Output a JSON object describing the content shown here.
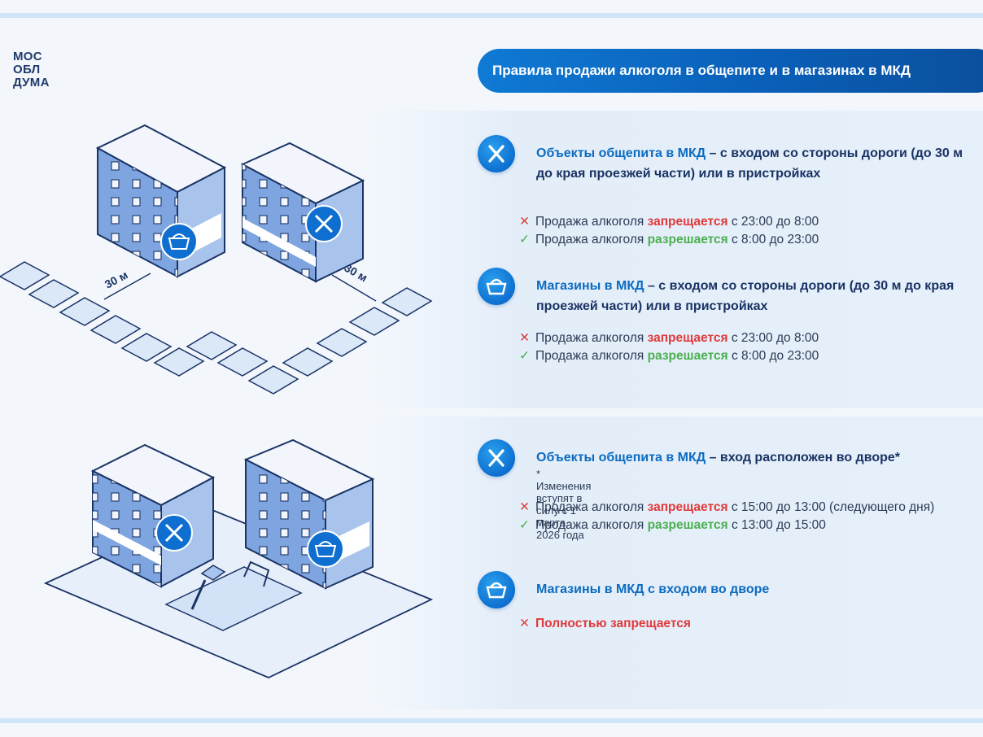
{
  "logo": {
    "line1": "МОС",
    "line2": "ОБЛ",
    "line3": "ДУМА"
  },
  "title": "Правила продажи алкоголя в общепите и в магазинах в МКД",
  "illustration_top": {
    "distance_left": "30 м",
    "distance_right": "30 м"
  },
  "sections": [
    {
      "icon": "fork-knife-icon",
      "heading_blue": "Объекты общепита в МКД",
      "heading_dark": " – с входом со стороны дороги (до 30 м до края проезжей части) или в пристройках",
      "rules": [
        {
          "mark": "✕",
          "prefix": "Продажа алкоголя ",
          "status": "запрещается",
          "suffix": " с 23:00 до 8:00"
        },
        {
          "mark": "✓",
          "prefix": "Продажа алкоголя ",
          "status": "разрешается",
          "suffix": " с 8:00 до 23:00"
        }
      ]
    },
    {
      "icon": "basket-icon",
      "heading_blue": "Магазины в МКД",
      "heading_dark": " – с входом со стороны дороги (до 30 м до края проезжей части) или в пристройках",
      "rules": [
        {
          "mark": "✕",
          "prefix": "Продажа алкоголя ",
          "status": "запрещается",
          "suffix": " с 23:00 до 8:00"
        },
        {
          "mark": "✓",
          "prefix": "Продажа алкоголя ",
          "status": "разрешается",
          "suffix": " с 8:00 до 23:00"
        }
      ]
    },
    {
      "icon": "fork-knife-icon",
      "heading_blue": "Объекты общепита в МКД",
      "heading_dark": " – вход расположен во дворе*",
      "note": "* Изменения вступят в силу с 1 марта 2026 года",
      "rules": [
        {
          "mark": "✕",
          "prefix": "Продажа алкоголя ",
          "status": "запрещается",
          "suffix": " с 15:00 до 13:00 (следующего дня)"
        },
        {
          "mark": "✓",
          "prefix": "Продажа алкоголя ",
          "status": "разрешается",
          "suffix": " с 13:00 до 15:00"
        }
      ]
    },
    {
      "icon": "basket-icon",
      "heading_blue": "Магазины в МКД с входом во дворе",
      "heading_dark": "",
      "rules": [
        {
          "mark": "✕",
          "prefix": "",
          "status": "Полностью запрещается",
          "suffix": ""
        }
      ]
    }
  ],
  "colors": {
    "accent": "#0c6bc0",
    "dark": "#1a3365",
    "forbid": "#e03a3a",
    "allow": "#4caf50",
    "building": "#8fb3e6"
  }
}
